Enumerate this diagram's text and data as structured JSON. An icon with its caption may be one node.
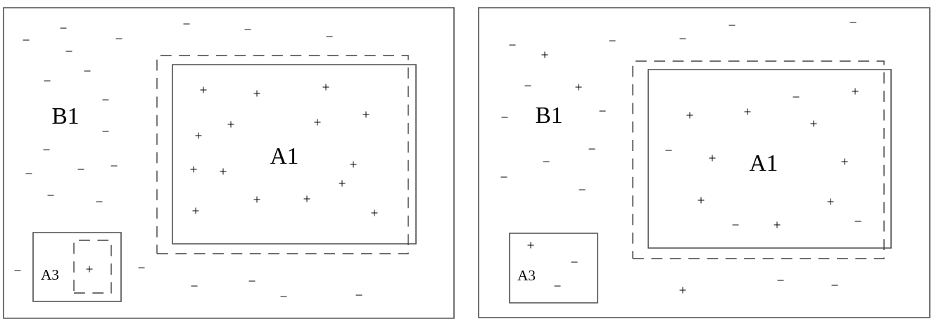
{
  "diagram": {
    "nodes": [
      {
        "text": [
          "B1"
        ]
      },
      {
        "text": [
          "A1"
        ],
        "in": 0
      },
      {
        "text": [],
        "shape": "box",
        "in": 0
      },
      {
        "text": [
          "A3"
        ],
        "in": 0
      },
      {
        "text": [],
        "shape": "box",
        "in": 3
      },
      {
        "text": [
          "B1"
        ]
      },
      {
        "text": [
          "A1"
        ],
        "in": 5
      },
      {
        "text": [],
        "shape": "box",
        "in": 5
      },
      {
        "text": [
          "A3"
        ],
        "in": 5
      }
    ],
    "labels": [
      "−",
      "−",
      "−",
      "−",
      "−",
      "−",
      "−",
      "−",
      "−",
      "+",
      "+",
      "+",
      "−",
      "+",
      "+",
      "+",
      "−",
      "+",
      "−",
      "+",
      "−",
      "+",
      "−",
      "+",
      "−",
      "+",
      "−",
      "+",
      "+",
      "−",
      "+",
      "+",
      "−",
      "+",
      "−",
      "−",
      "−",
      "−",
      "−",
      "−",
      "−",
      "−",
      "−",
      "−",
      "+",
      "+",
      "−",
      "−",
      "+",
      "+",
      "−",
      "+",
      "−",
      "+",
      "−",
      "−",
      "+",
      "+",
      "−",
      "−",
      "−",
      "+",
      "+",
      "+",
      "−",
      "−",
      "+",
      "−",
      "−",
      "−",
      "−",
      "+"
    ]
  }
}
